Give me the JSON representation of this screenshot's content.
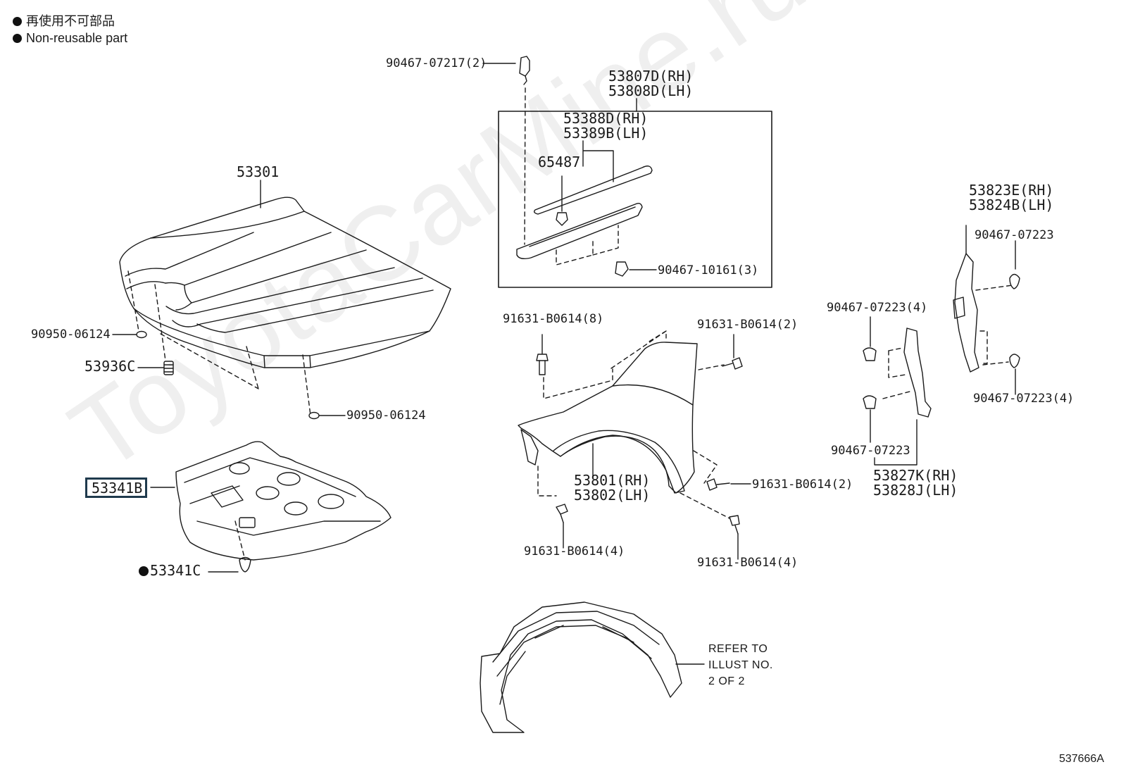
{
  "legend": {
    "jp": "再使用不可部品",
    "en": "Non-reusable part"
  },
  "watermark": "ToyotaCarMine.ru",
  "figure_number": "537666A",
  "refer_note": [
    "REFER TO",
    "ILLUST NO.",
    "2 OF 2"
  ],
  "parts": {
    "hood": "53301",
    "hood_seal_left": "90950-06124",
    "hood_seal_right": "90950-06124",
    "hood_cushion": "53936C",
    "cover_highlighted": "53341B",
    "clip_nonreusable": "53341C",
    "clip_top": "90467-07217(2)",
    "seal_assy_rh": "53807D(RH)",
    "seal_assy_lh": "53808D(LH)",
    "seal_rh": "53388D(RH)",
    "seal_lh": "53389B(LH)",
    "seal_clip": "65487",
    "clip_box": "90467-10161(3)",
    "bolt_top_left": "91631-B0614(8)",
    "bolt_top_right": "91631-B0614(2)",
    "bolt_mid_right": "91631-B0614(2)",
    "bolt_bottom_left": "91631-B0614(4)",
    "bolt_bottom_right": "91631-B0614(4)",
    "fender_rh": "53801(RH)",
    "fender_lh": "53802(LH)",
    "protector_upper_rh": "53823E(RH)",
    "protector_upper_lh": "53824B(LH)",
    "clip_upper": "90467-07223",
    "clip_left_4": "90467-07223(4)",
    "clip_right_4": "90467-07223(4)",
    "clip_lower": "90467-07223",
    "protector_lower_rh": "53827K(RH)",
    "protector_lower_lh": "53828J(LH)"
  }
}
